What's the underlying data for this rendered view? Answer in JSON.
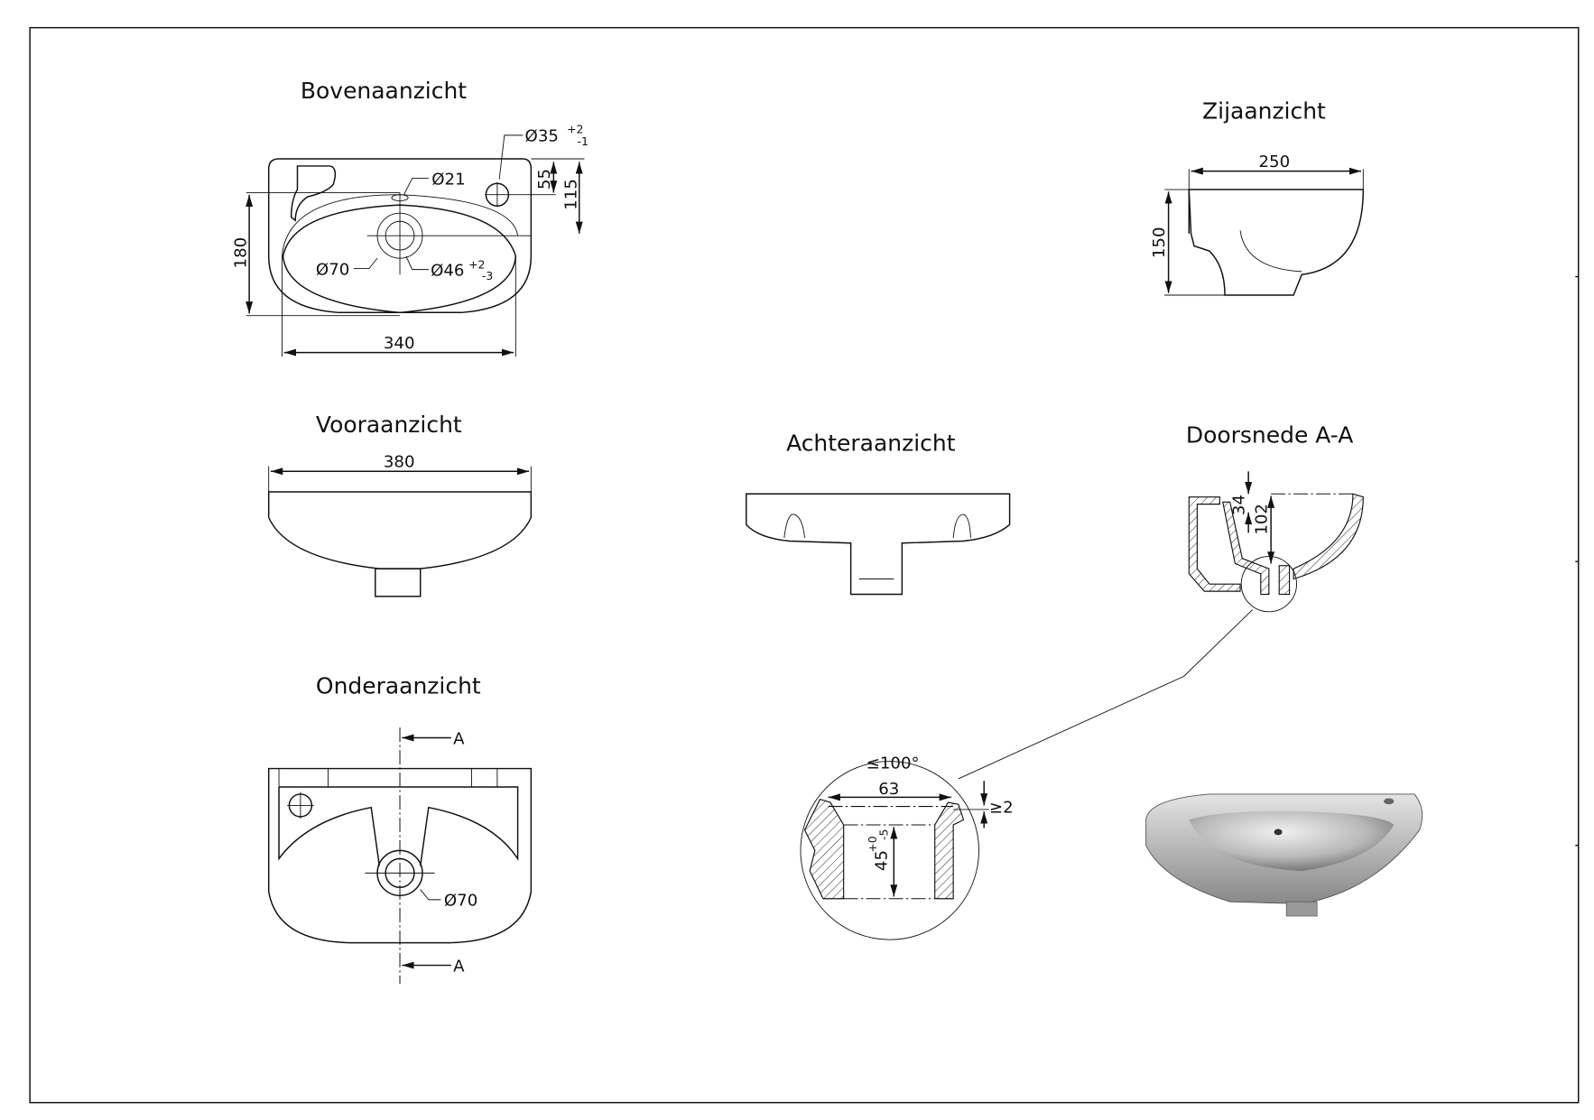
{
  "views": {
    "top": {
      "title": "Bovenaanzicht",
      "dims": {
        "tap_hole": "Ø35",
        "tap_hole_tol_plus": "+2",
        "tap_hole_tol_minus": "-1",
        "overflow": "Ø21",
        "drain_outer": "Ø70",
        "drain_inner": "Ø46",
        "drain_tol_plus": "+2",
        "drain_tol_minus": "-3",
        "depth": "180",
        "width": "340",
        "tap_offset": "55",
        "drain_offset": "115"
      }
    },
    "side": {
      "title": "Zijaanzicht",
      "dims": {
        "depth": "250",
        "height": "150"
      }
    },
    "front": {
      "title": "Vooraanzicht",
      "dims": {
        "width": "380"
      }
    },
    "back": {
      "title": "Achteraanzicht"
    },
    "section": {
      "title": "Doorsnede A-A",
      "dims": {
        "rim": "34",
        "bowl_depth": "102"
      }
    },
    "bottom": {
      "title": "Onderaanzicht",
      "dims": {
        "drain": "Ø70"
      },
      "section_marker": "A"
    },
    "detail": {
      "dims": {
        "angle": "≤100°",
        "diameter": "63",
        "min_gap": "≥2",
        "height": "45",
        "height_tol_plus": "+0",
        "height_tol_minus": "-5"
      }
    }
  }
}
